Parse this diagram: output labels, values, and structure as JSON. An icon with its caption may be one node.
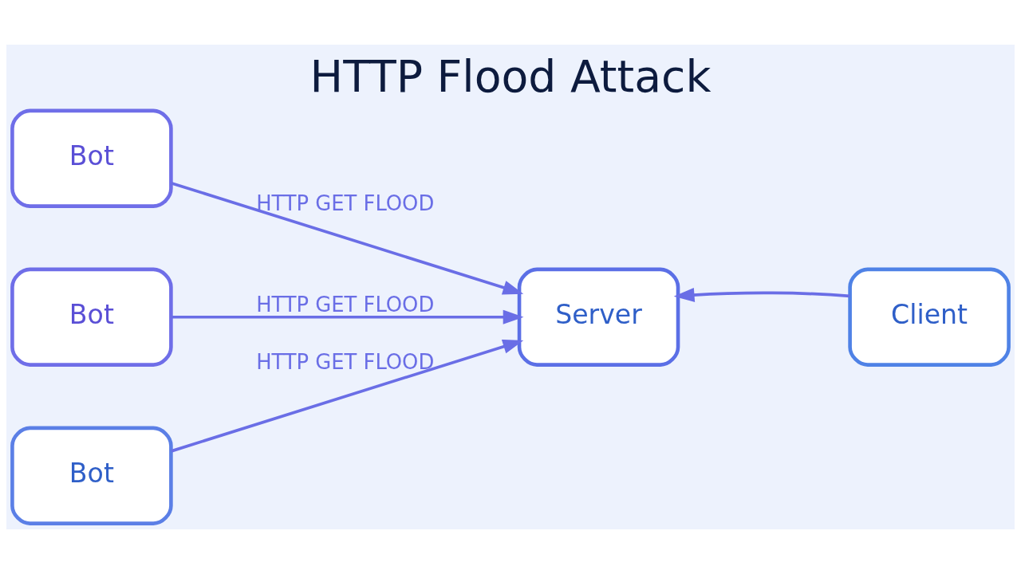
{
  "diagram": {
    "title": "HTTP Flood Attack",
    "nodes": [
      {
        "text": [
          "Bot"
        ]
      },
      {
        "text": [
          "Bot"
        ]
      },
      {
        "text": [
          "Bot"
        ]
      },
      {
        "text": [
          "Server"
        ]
      },
      {
        "text": [
          "Client"
        ]
      }
    ],
    "edges": [
      {
        "from": 0,
        "to": 3,
        "arrow": "to",
        "label": "HTTP GET FLOOD"
      },
      {
        "from": 1,
        "to": 3,
        "arrow": "to",
        "label": "HTTP GET FLOOD"
      },
      {
        "from": 2,
        "to": 3,
        "arrow": "to",
        "label": "HTTP GET FLOOD"
      },
      {
        "from": 4,
        "to": 3,
        "arrow": "to"
      }
    ]
  }
}
